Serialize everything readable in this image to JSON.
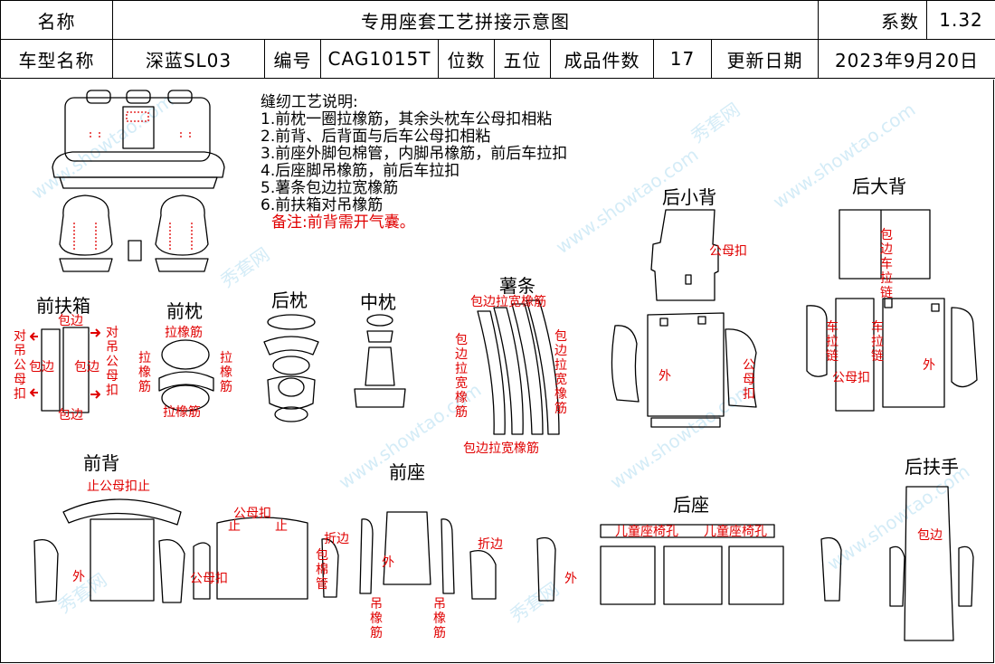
{
  "header": {
    "name_label": "名称",
    "doc_title": "专用座套工艺拼接示意图",
    "coef_label": "系数",
    "coef_value": "1.32",
    "model_label": "车型名称",
    "model_value": "深蓝SL03",
    "code_label": "编号",
    "code_value": "CAG1015T",
    "seats_label": "位数",
    "seats_value": "五位",
    "pieces_label": "成品件数",
    "pieces_value": "17",
    "date_label": "更新日期",
    "date_value": "2023年9月20日"
  },
  "notes": {
    "heading": "缝纫工艺说明:",
    "items": [
      "1.前枕一圈拉橡筋，其余头枕车公母扣相粘",
      "2.前背、后背面与后车公母扣相粘",
      "3.前座外脚包棉管，内脚吊橡筋，前后车拉扣",
      "4.后座脚吊橡筋，前后车拉扣",
      "5.薯条包边拉宽橡筋",
      "6.前扶箱对吊橡筋"
    ],
    "remark": "备注:前背需开气囊。"
  },
  "sections": {
    "front_armrest": "前扶箱",
    "front_pillow": "前枕",
    "rear_pillow": "后枕",
    "mid_pillow": "中枕",
    "fries": "薯条",
    "rear_small_back": "后小背",
    "rear_big_back": "后大背",
    "front_back": "前背",
    "front_seat": "前座",
    "rear_seat": "后座",
    "rear_armrest": "后扶手"
  },
  "labels": {
    "baobian": "包边",
    "dui_diao_gongmukou": "对吊公母扣",
    "la_xiangjin": "拉橡筋",
    "baobian_la_kuan_xiangjin": "包边拉宽橡筋",
    "gongmukou": "公母扣",
    "wai": "外",
    "che_lalian": "车拉链",
    "zhi": "止",
    "zhi_gongmukou_zhi": "止公母扣止",
    "zhebian": "折边",
    "bao_mianguan": "包棉管",
    "diao_xiangjin": "吊橡筋",
    "ertong_zuoyi_kong": "儿童座椅孔"
  },
  "watermark": [
    "秀套网",
    "www.showtao.com"
  ],
  "colors": {
    "annotation": "#e00000",
    "line": "#000000"
  }
}
